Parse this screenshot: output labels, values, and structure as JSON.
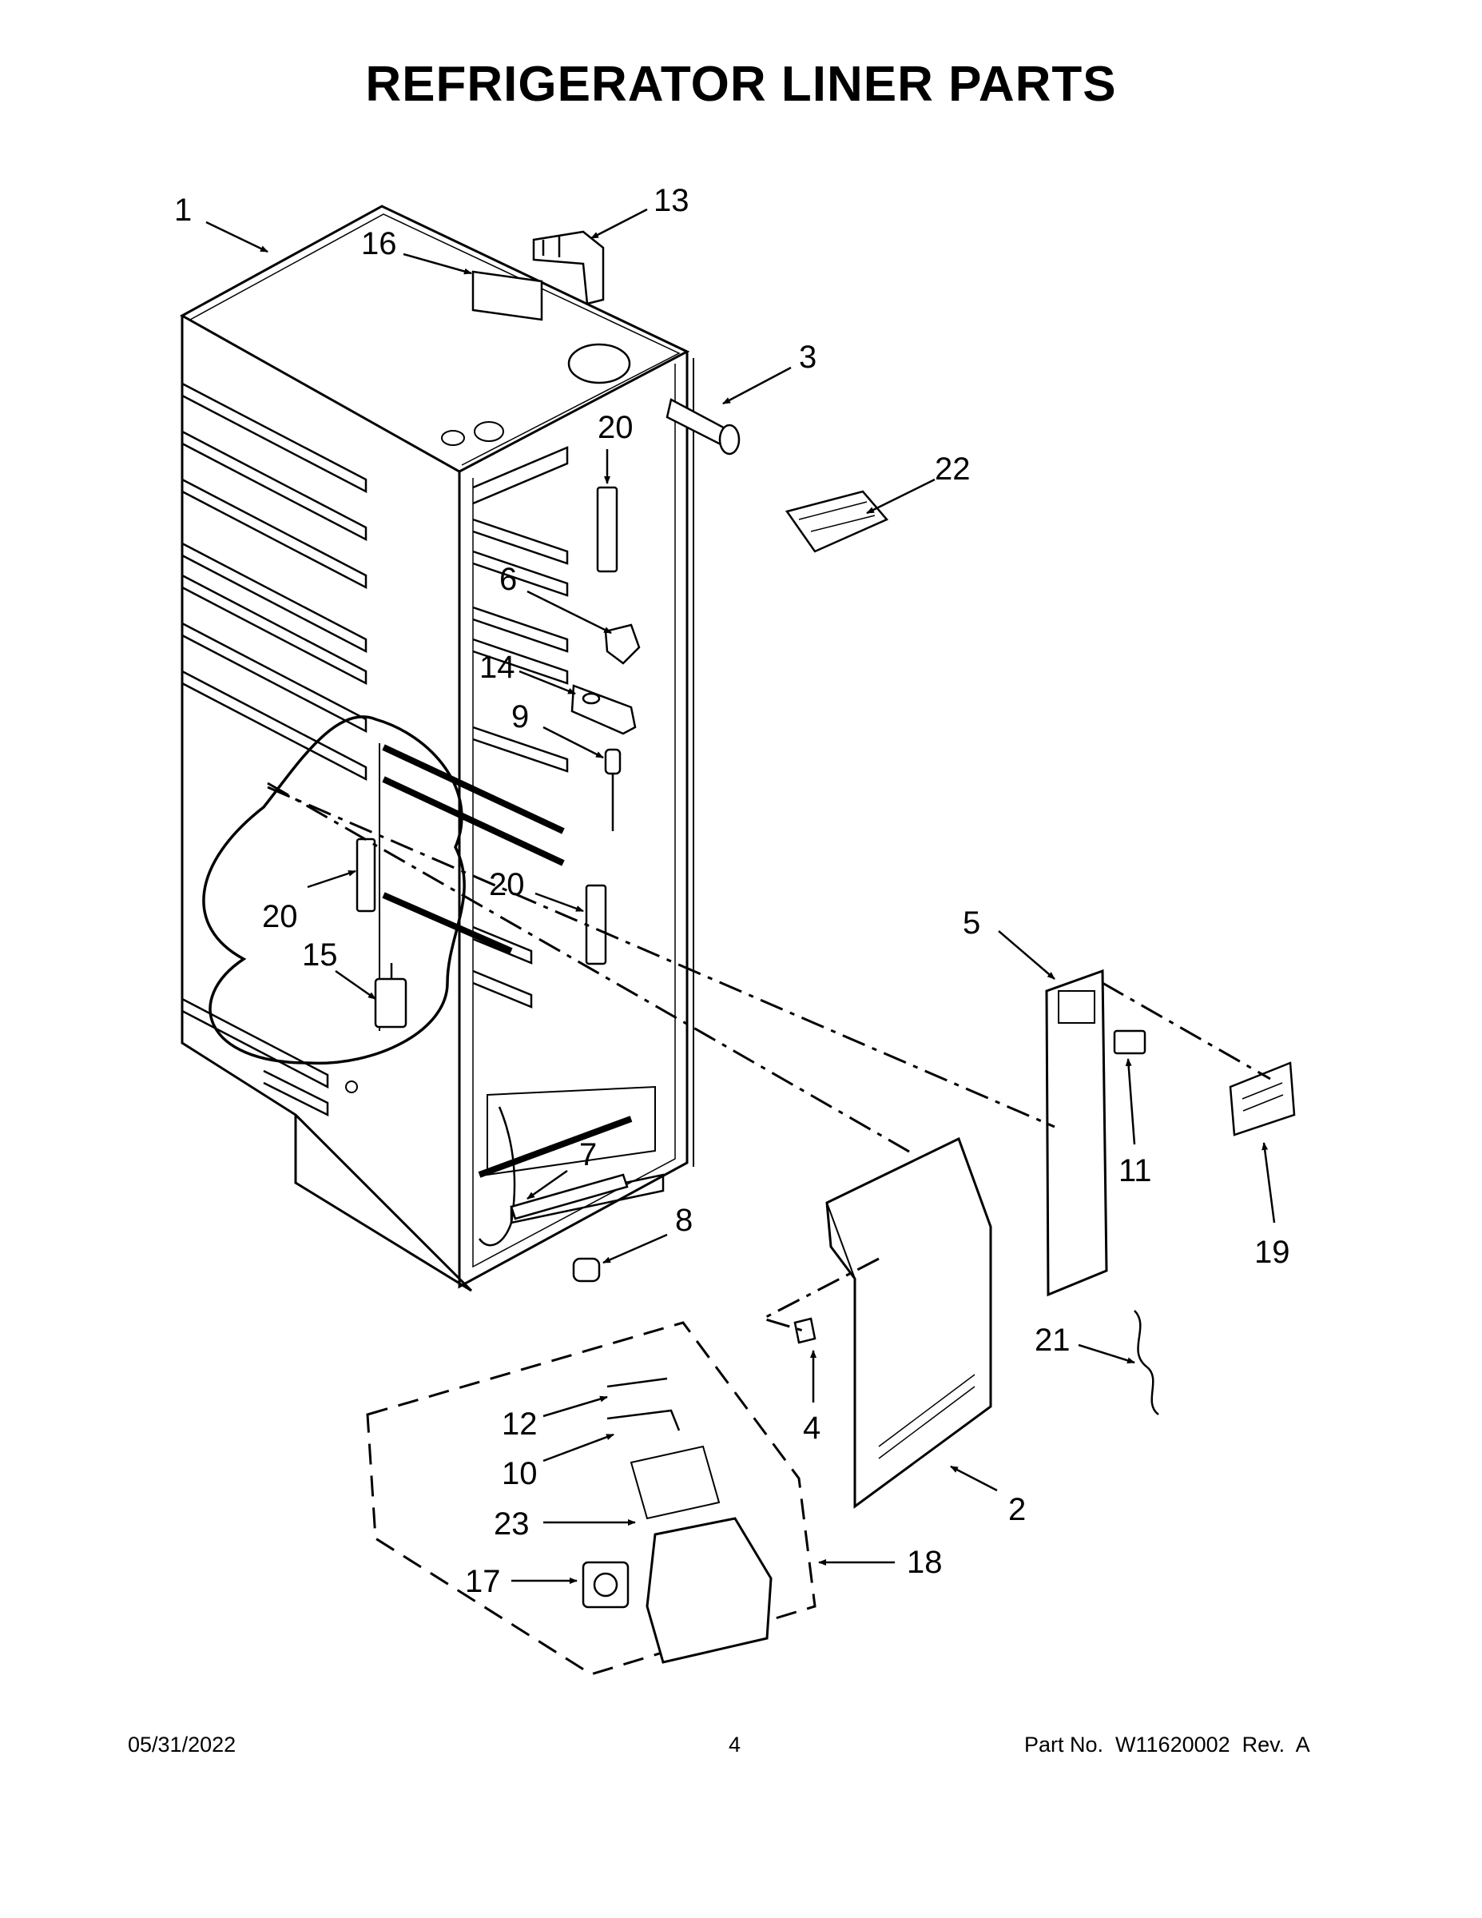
{
  "title": "REFRIGERATOR LINER PARTS",
  "callouts": {
    "c1": "1",
    "c2": "2",
    "c3": "3",
    "c4": "4",
    "c5": "5",
    "c6": "6",
    "c7": "7",
    "c8": "8",
    "c9": "9",
    "c10": "10",
    "c11": "11",
    "c12": "12",
    "c13": "13",
    "c14": "14",
    "c15": "15",
    "c16": "16",
    "c17": "17",
    "c18": "18",
    "c19": "19",
    "c20a": "20",
    "c20b": "20",
    "c20c": "20",
    "c21": "21",
    "c22": "22",
    "c23": "23"
  },
  "footer": {
    "date": "05/31/2022",
    "page": "4",
    "part": "Part No.  W11620002  Rev.  A"
  }
}
